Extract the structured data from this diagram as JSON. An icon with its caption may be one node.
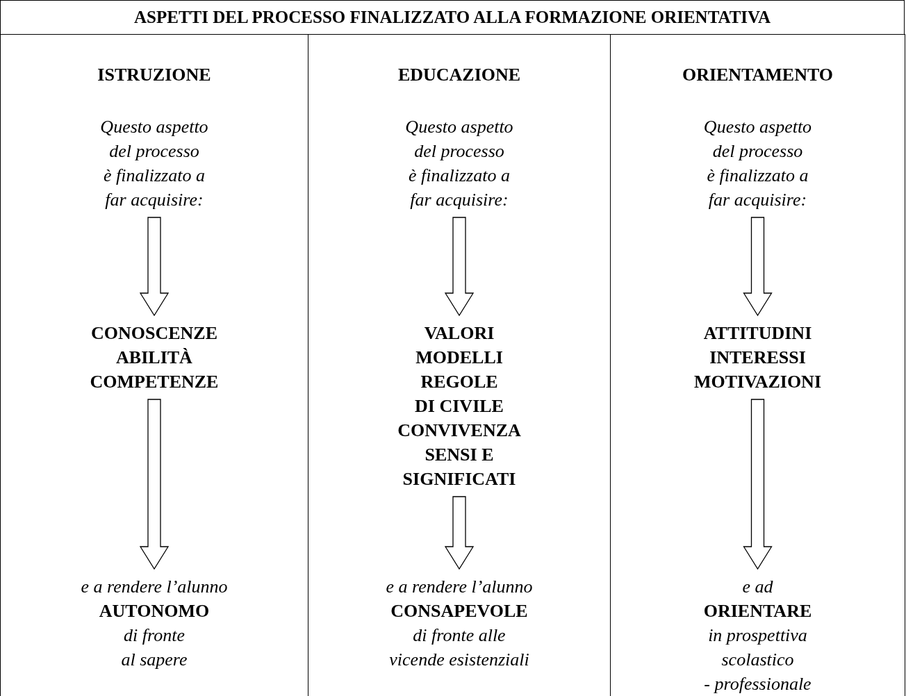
{
  "diagram": {
    "title": "ASPETTI DEL PROCESSO FINALIZZATO ALLA FORMAZIONE ORIENTATIVA",
    "nodes": [
      {
        "text": [
          "ISTRUZIONE"
        ]
      },
      {
        "text": [
          "Questo aspetto del processo è finalizzato a far acquisire:"
        ],
        "in": 0
      },
      {
        "text": [
          "CONOSCENZE",
          "ABILITÀ",
          "COMPETENZE"
        ],
        "in": 0
      },
      {
        "text": [
          "e a rendere l’alunno",
          "AUTONOMO",
          "di fronte al sapere"
        ],
        "in": 0
      },
      {
        "text": [
          "EDUCAZIONE"
        ]
      },
      {
        "text": [
          "Questo aspetto del processo è finalizzato a far acquisire:"
        ],
        "in": 4
      },
      {
        "text": [
          "VALORI",
          "MODELLI",
          "REGOLE DI CIVILE CONVIVENZA",
          "SENSI E SIGNIFICATI"
        ],
        "in": 4
      },
      {
        "text": [
          "e a rendere l’alunno",
          "CONSAPEVOLE",
          "di fronte alle vicende esistenziali"
        ],
        "in": 4
      },
      {
        "text": [
          "ORIENTAMENTO"
        ]
      },
      {
        "text": [
          "Questo aspetto del processo è finalizzato a far acquisire:"
        ],
        "in": 8
      },
      {
        "text": [
          "ATTITUDINI",
          "INTERESSI",
          "MOTIVAZIONI"
        ],
        "in": 8
      },
      {
        "text": [
          "e ad",
          "ORIENTARE",
          "in prospettiva scolastico - professionale"
        ],
        "in": 8
      }
    ],
    "edges": [
      {
        "from": 1,
        "to": 2,
        "arrow": "to"
      },
      {
        "from": 2,
        "to": 3,
        "arrow": "to"
      },
      {
        "from": 5,
        "to": 6,
        "arrow": "to"
      },
      {
        "from": 6,
        "to": 7,
        "arrow": "to"
      },
      {
        "from": 9,
        "to": 10,
        "arrow": "to"
      },
      {
        "from": 10,
        "to": 11,
        "arrow": "to"
      }
    ]
  }
}
